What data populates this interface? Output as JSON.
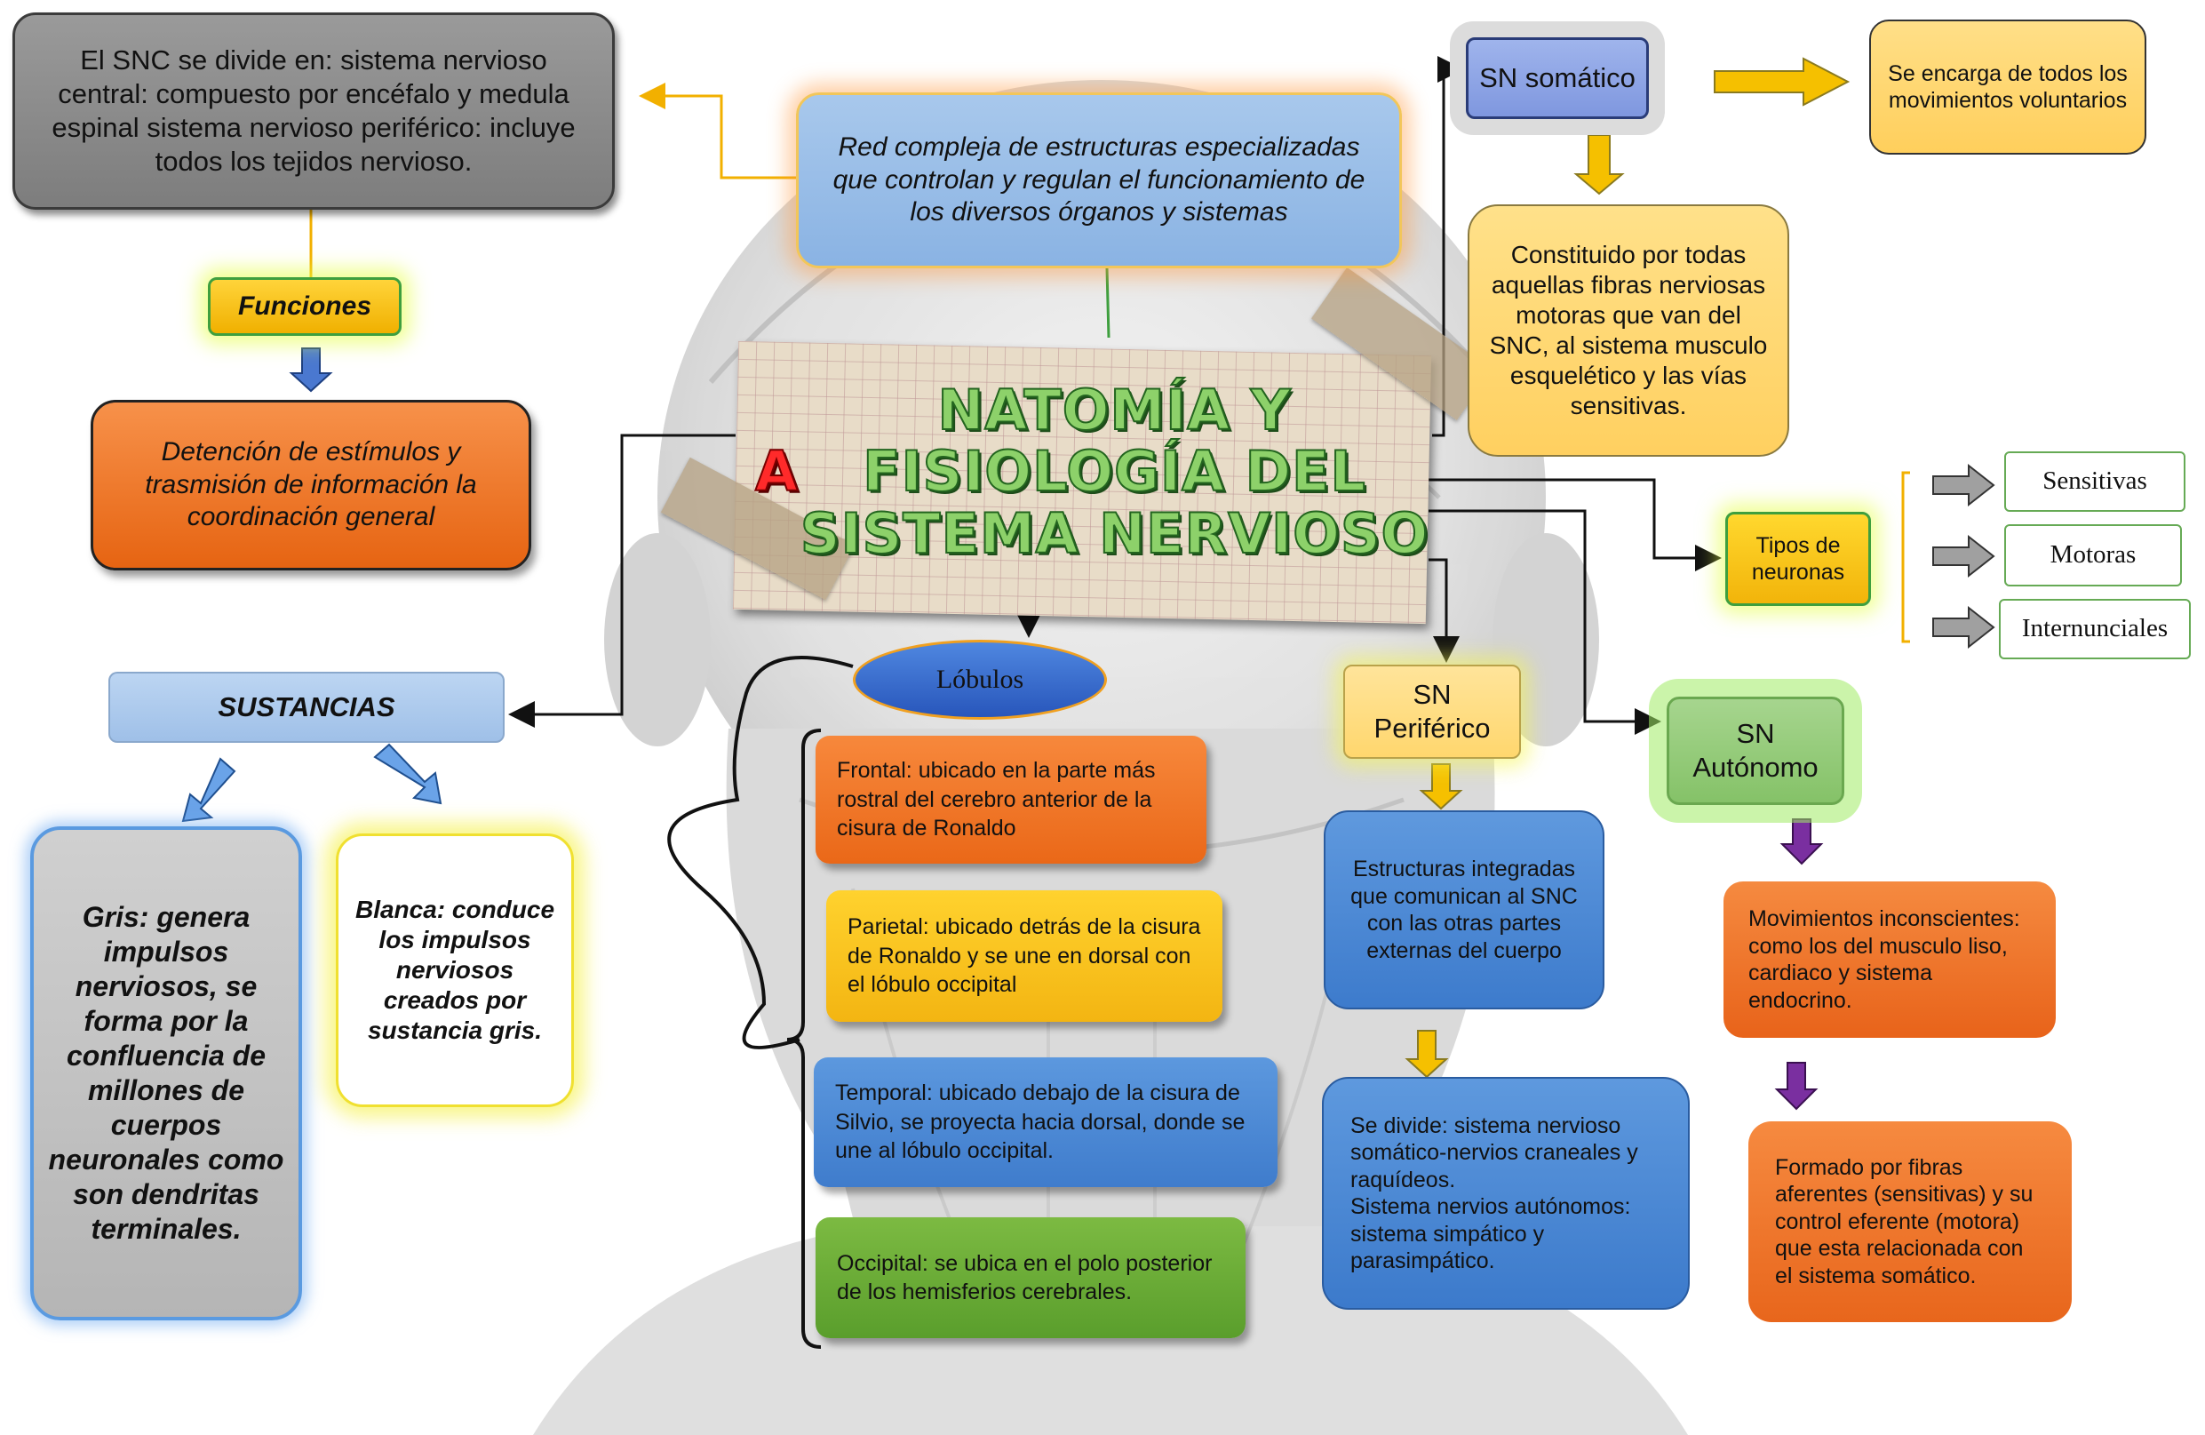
{
  "title": {
    "first": "A",
    "rest": "NATOMÍA Y FISIOLOGÍA DEL\nSISTEMA NERVIOSO"
  },
  "definition": "Red compleja de estructuras especializadas que controlan y regulan el funcionamiento de los diversos órganos y sistemas",
  "snc_note": "El SNC se divide en: sistema nervioso central: compuesto por encéfalo y medula espinal sistema nervioso periférico: incluye todos los tejidos nervioso.",
  "funciones": {
    "label": "Funciones",
    "text": "Detención de estímulos y trasmisión de información la coordinación general"
  },
  "sustancias": {
    "label": "SUSTANCIAS",
    "gris": "Gris: genera impulsos nerviosos, se forma por la confluencia de millones de cuerpos neuronales como son dendritas terminales.",
    "blanca": "Blanca: conduce los impulsos nerviosos creados por sustancia gris."
  },
  "lobulos": {
    "label": "Lóbulos",
    "frontal": "Frontal: ubicado en la parte más rostral del cerebro anterior de la cisura de Ronaldo",
    "parietal": "Parietal: ubicado detrás de la cisura de Ronaldo y se une en dorsal con el lóbulo occipital",
    "temporal": "Temporal: ubicado debajo de la cisura de Silvio, se proyecta hacia dorsal, donde se une al lóbulo occipital.",
    "occipital": "Occipital: se ubica en el polo posterior de los hemisferios cerebrales."
  },
  "somatico": {
    "label": "SN somático",
    "desc": "Se encarga de todos los movimientos voluntarios",
    "constituido": "Constituido por todas aquellas fibras nerviosas motoras que van del SNC, al sistema musculo esquelético y las vías sensitivas."
  },
  "neuronas": {
    "label": "Tipos de\nneuronas",
    "types": [
      "Sensitivas",
      "Motoras",
      "Internunciales"
    ]
  },
  "periferico": {
    "label": "SN\nPeriférico",
    "estructuras": "Estructuras integradas que comunican al SNC con las otras partes externas del cuerpo",
    "divide": "Se divide: sistema nervioso somático-nervios craneales y raquídeos.\nSistema nervios autónomos: sistema simpático y parasimpático."
  },
  "autonomo": {
    "label": "SN\nAutónomo",
    "movimientos": "Movimientos inconscientes: como los del musculo liso, cardiaco y sistema endocrino.",
    "formado": "Formado por fibras aferentes (sensitivas) y su control eferente (motora) que esta relacionada con el sistema somático."
  },
  "colors": {
    "orange": "#ea6818",
    "yellow": "#f3b512",
    "blue": "#3f7ccc",
    "green": "#5a9e2c",
    "gray": "#7d7d7d",
    "purple": "#7a2fa0"
  }
}
